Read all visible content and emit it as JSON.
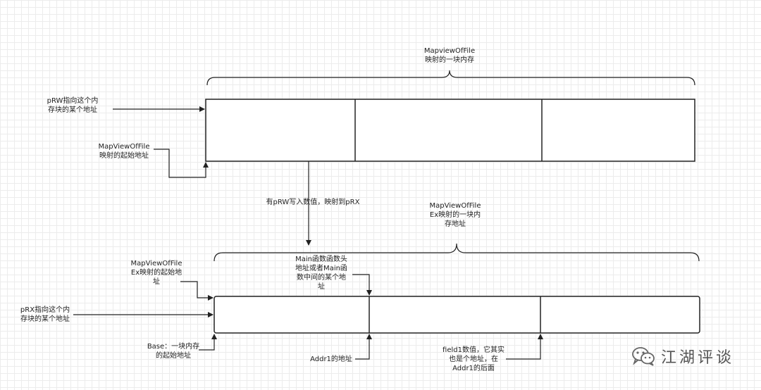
{
  "labels": {
    "top_brace": [
      "MapviewOfFile",
      "映射的一块内存"
    ],
    "prw_pointer": [
      "pRW指向这个内",
      "存块的某个地址"
    ],
    "mapview_start": [
      "MapViewOfFile",
      "映射的起始地址"
    ],
    "write_map": [
      "有pRW写入数值，映射到pRX"
    ],
    "bottom_brace": [
      "MapViewOfFile",
      "Ex映射的一块内",
      "存地址"
    ],
    "mapviewex_start": [
      "MapViewOfFile",
      "Ex映射的起始地",
      "址"
    ],
    "main_func": [
      "Main函数函数头",
      "地址或者Main函",
      "数中间的某个地",
      "址"
    ],
    "prx_pointer": [
      "pRX指向这个内",
      "存块的某个地址"
    ],
    "base": [
      "Base：一块内存",
      "的起始地址"
    ],
    "addr1": [
      "Addr1的地址"
    ],
    "field1": [
      "field1数值，它其实",
      "也是个地址，在",
      "Addr1的后面"
    ]
  },
  "watermark": {
    "text": "江湖评谈",
    "icon": "wechat-icon"
  },
  "colors": {
    "stroke": "#222222",
    "watermark": "#555555"
  }
}
